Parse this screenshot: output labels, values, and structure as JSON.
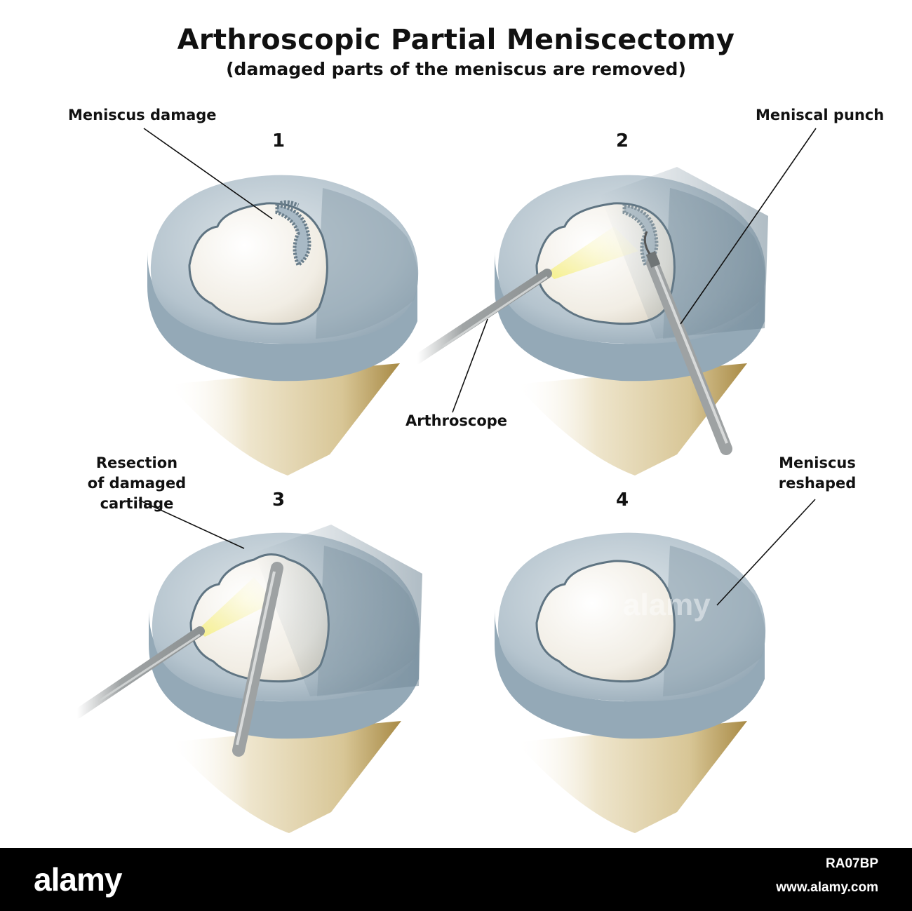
{
  "title": "Arthroscopic Partial Meniscectomy",
  "subtitle": "(damaged parts of the meniscus are removed)",
  "steps": [
    "1",
    "2",
    "3",
    "4"
  ],
  "labels": {
    "meniscus_damage": "Meniscus damage",
    "meniscal_punch": "Meniscal punch",
    "arthroscope": "Arthroscope",
    "resection_line1": "Resection",
    "resection_line2": "of damaged cartilage",
    "reshaped_line1": "Meniscus",
    "reshaped_line2": "reshaped"
  },
  "watermark": "alamy",
  "footer": {
    "brand": "alamy",
    "image_code": "RA07BP",
    "site": "www.alamy.com"
  },
  "colors": {
    "meniscus": "#9fb3c1",
    "meniscus_dark": "#7b909e",
    "cartilage": "#f2efe6",
    "bone": "#e6d9b6",
    "bone_dark": "#b69b5a",
    "instrument": "#9a9e9f",
    "light": "#f6f0a0"
  }
}
